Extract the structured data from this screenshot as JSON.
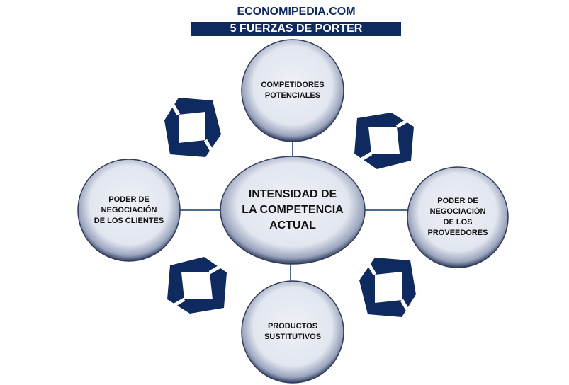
{
  "header": {
    "site": "ECONOMIPEDIA.COM",
    "title": "5 FUERZAS DE PORTER"
  },
  "nodes": {
    "center": "INTENSIDAD DE\nLA COMPETENCIA\nACTUAL",
    "top": "COMPETIDORES\nPOTENCIALES",
    "left": "PODER DE\nNEGOCIACIÓN\nDE LOS CLIENTES",
    "right": "PODER DE\nNEGOCIACIÓN\nDE LOS\nPROVEEDORES",
    "bottom": "PRODUCTOS\nSUSTITUTIVOS"
  },
  "colors": {
    "brand": "#0f2a5e",
    "connector": "#4a6a8a"
  }
}
